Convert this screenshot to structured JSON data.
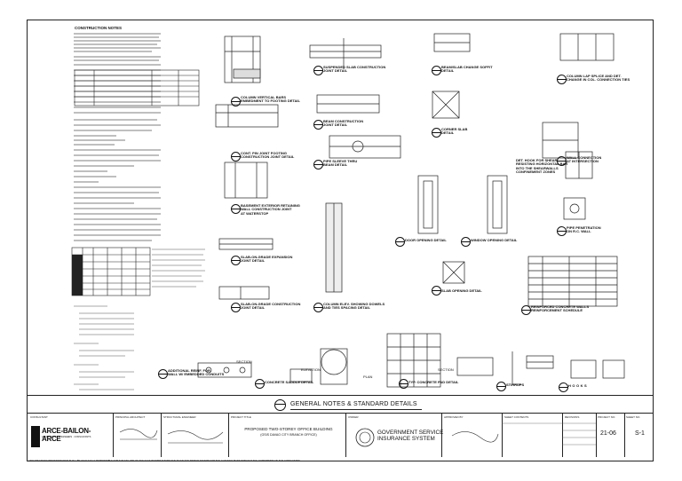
{
  "notes": {
    "heading": "CONSTRUCTION NOTES"
  },
  "details": [
    {
      "id": "d1",
      "title": "COLUMN VERTICAL BARS\nEMBEDMENT TO FOOTING DETAIL"
    },
    {
      "id": "d2",
      "title": "SUSPENDED SLAB CONSTRUCTION\nJOINT DETAIL"
    },
    {
      "id": "d3",
      "title": "BEAM/SLAB CHANGE SOFFIT\nDETAIL"
    },
    {
      "id": "d4",
      "title": "COLUMN LAP SPLICE AND DET.\nCHANGE IN COL. CONNECTION TIES"
    },
    {
      "id": "d5",
      "title": "BEAM CONSTRUCTION\nJOINT DETAIL"
    },
    {
      "id": "d6",
      "title": "CORNER SLAB\nDETAIL"
    },
    {
      "id": "d7",
      "title": "CONT. PIN JOINT FOOTING\nCONSTRUCTION JOINT DETAIL"
    },
    {
      "id": "d8",
      "title": "PIPE SLEEVE THRU\nBEAM DETAIL"
    },
    {
      "id": "d9",
      "title": "DET. HOOK FOR SHEAR\nRESISTING HORIZONTAL BAR\nINTO THE SHEARWALLS\nCONFINEMENT ZONES"
    },
    {
      "id": "d10",
      "title": "WALL CONNECTION\nAT INTERSECTION"
    },
    {
      "id": "d11",
      "title": "BASEMENT EXTERIOR RETAINING\nWALL CONSTRUCTION JOINT\nAT WATERSTOP"
    },
    {
      "id": "d12",
      "title": "DOOR OPENING DETAIL"
    },
    {
      "id": "d13",
      "title": "WINDOW OPENING DETAIL"
    },
    {
      "id": "d14",
      "title": "PIPE PENETRATION\nON R.C. WALL"
    },
    {
      "id": "d15",
      "title": "SLAB-ON-GRADE EXPANSION\nJOINT DETAIL"
    },
    {
      "id": "d16",
      "title": "SLAB OPENING DETAIL"
    },
    {
      "id": "d17",
      "title": "REINFORCED CONCRETE WALLS\nREINFORCEMENT SCHEDULE"
    },
    {
      "id": "d18",
      "title": "SLAB-ON-GRADE CONSTRUCTION\nJOINT DETAIL"
    },
    {
      "id": "d19",
      "title": "COLUMN ELEV. SHOWING DOWELS\nAND TIES SPACING DETAIL"
    },
    {
      "id": "d20",
      "title": "ADDITIONAL REINF. FOR\nWALL W/ EMBEDDED CONDUITS"
    },
    {
      "id": "d21",
      "title": "CONCRETE SADDLE DETAIL"
    },
    {
      "id": "d22",
      "title": "TYP. CONCRETE PAD DETAIL"
    },
    {
      "id": "d23",
      "title": "STIRRUPS"
    },
    {
      "id": "d24",
      "title": "HOOKS"
    }
  ],
  "sublabels": {
    "elevation": "ELEVATION",
    "section1": "SECTION",
    "plan": "PLAN",
    "section2": "SECTION"
  },
  "sheet_title": "GENERAL NOTES & STANDARD DETAILS",
  "titleblock": {
    "labels": {
      "consultant": "CONSULTANT",
      "principal_architect": "PRINCIPAL ARCHITECT",
      "structural_engineer": "STRUCTURAL ENGINEER",
      "project_title": "PROJECT TITLE",
      "owner": "OWNER",
      "approved_by": "APPROVED BY",
      "sheet_contents": "SHEET CONTENTS",
      "revisions": "REVISIONS",
      "project_no": "PROJECT NO.",
      "sheet_no": "SHEET NO."
    },
    "firm_name": "ARCE-BAILON-ARCE",
    "firm_tagline": "ARCHITECTS · ENGINEERS · CONSULTANTS",
    "project_line1": "PROPOSED TWO-STOREY OFFICE BUILDING",
    "project_line2": "(GSIS DAVAO CITY BRANCH OFFICE)",
    "owner_line1": "GOVERNMENT SERVICE",
    "owner_line2": "INSURANCE SYSTEM",
    "project_no": "21-06",
    "sheet_no": "S-1"
  },
  "disclaimer": "ARCHITECT/ENGINEER/DESIGNER SHALL BE HELD FULLY RESPONSIBLE FOR THE FAILURE OF THE FACILITY/STRUCTURE DUE TO FAULTY DESIGN EXCEPT FOR THE CHANGES MADE WITHOUT THE CONFORMITY OF THE CONSULTANT."
}
